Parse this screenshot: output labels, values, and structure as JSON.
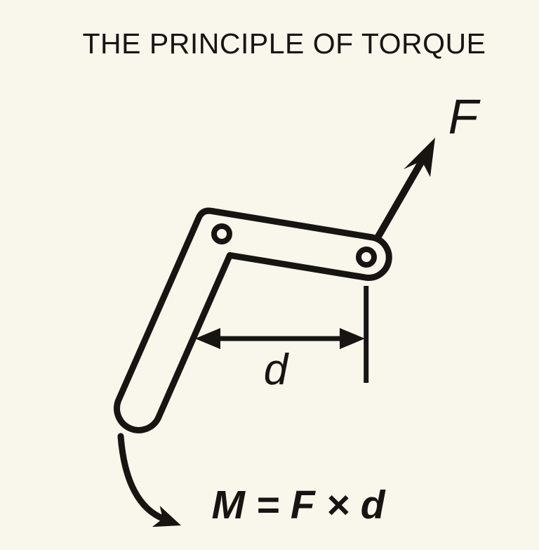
{
  "title": "THE PRINCIPLE OF TORQUE",
  "colors": {
    "background": "#f9f6ec",
    "ink": "#171512"
  },
  "diagram": {
    "force_label": "F",
    "moment_arm_label": "d",
    "formula": "M = F × d"
  }
}
